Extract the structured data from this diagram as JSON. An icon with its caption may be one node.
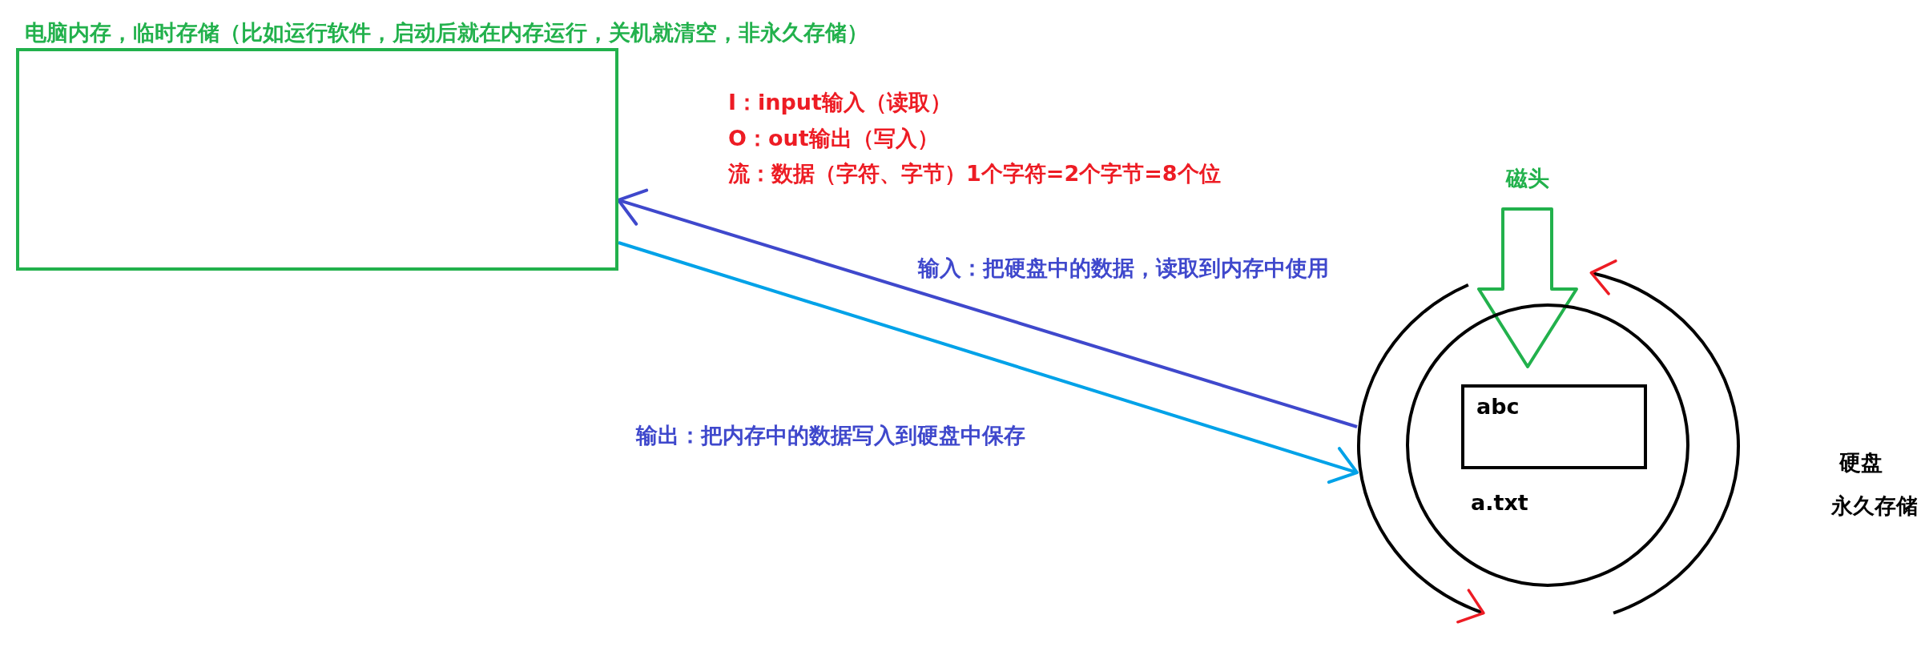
{
  "diagram": {
    "nodes": [
      {
        "text": [
          "电脑内存，临时存储（比如运行软件，启动后就在内存运行，关机就清空，非永久存储）"
        ]
      },
      {
        "text": [
          "磁头"
        ]
      },
      {
        "text": [],
        "shape": "circle"
      },
      {
        "text": [],
        "shape": "circle",
        "in": 2
      },
      {
        "text": [
          "abc"
        ],
        "in": 3,
        "beside": [
          "a.txt"
        ]
      }
    ],
    "edges": [
      {
        "from": 2,
        "to": 0,
        "arrow": "to",
        "label": "输入：把硬盘中的数据，读取到内存中使用",
        "color": "#3f48cc"
      },
      {
        "from": 0,
        "to": 2,
        "arrow": "to",
        "label": "输出：把内存中的数据写入到硬盘中保存",
        "color": "#00a2e8"
      }
    ],
    "labels": [
      "I：input输入（读取）",
      "O：out输出（写入）",
      "流：数据（字符、字节）1个字符=2个字节=8个位",
      "硬盘",
      "永久存储"
    ]
  }
}
